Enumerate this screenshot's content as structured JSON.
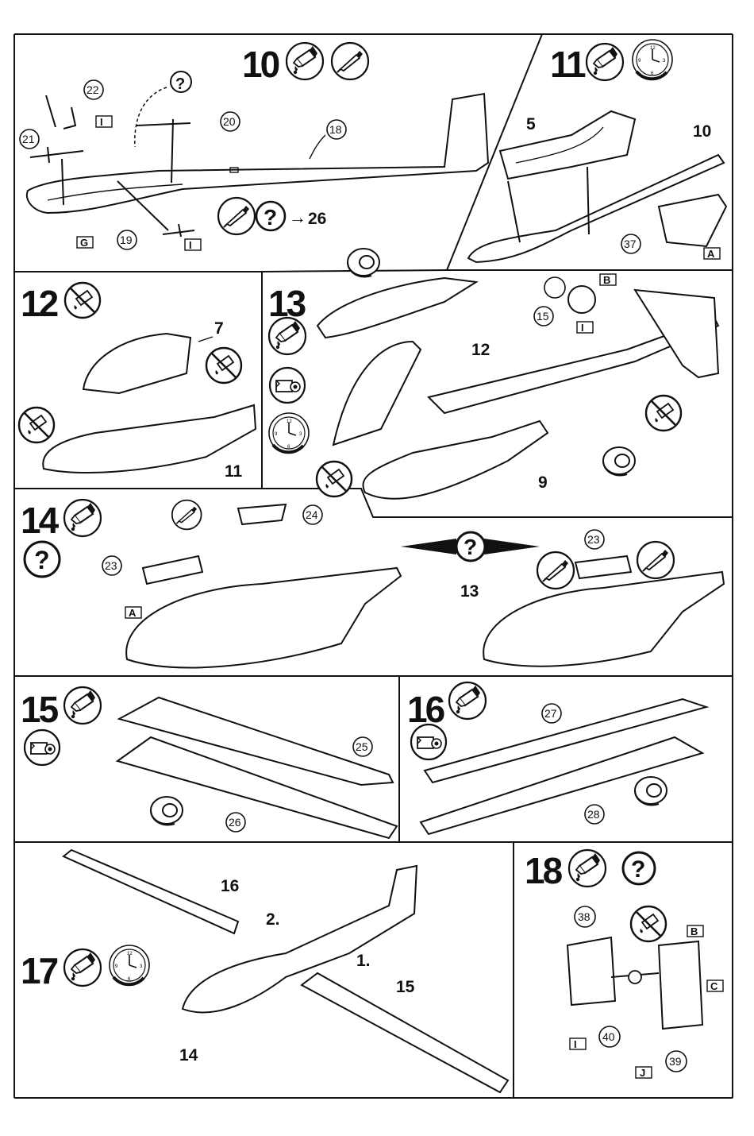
{
  "steps": [
    {
      "id": "10",
      "number": "10",
      "parts": [
        "22",
        "21",
        "20",
        "18",
        "19"
      ],
      "flags": [
        "I",
        "I",
        "G"
      ],
      "ref": "26"
    },
    {
      "id": "11",
      "number": "11",
      "parts": [
        "5",
        "10",
        "37"
      ],
      "flags": [
        "A"
      ]
    },
    {
      "id": "12",
      "number": "12",
      "parts": [
        "7",
        "11"
      ]
    },
    {
      "id": "13",
      "number": "13",
      "parts": [
        "12",
        "15",
        "9"
      ],
      "flags": [
        "B",
        "I"
      ]
    },
    {
      "id": "14",
      "number": "14",
      "parts": [
        "23",
        "24",
        "13",
        "23"
      ],
      "flags": [
        "A"
      ]
    },
    {
      "id": "15",
      "number": "15",
      "parts": [
        "25",
        "26"
      ]
    },
    {
      "id": "16",
      "number": "16",
      "parts": [
        "27",
        "28"
      ]
    },
    {
      "id": "17",
      "number": "17",
      "parts": [
        "16",
        "15",
        "14"
      ],
      "order": [
        "2.",
        "1."
      ]
    },
    {
      "id": "18",
      "number": "18",
      "parts": [
        "38",
        "40",
        "39"
      ],
      "flags": [
        "B",
        "C",
        "I",
        "J"
      ]
    }
  ],
  "glyphs": {
    "question": "?",
    "arrow": "→"
  },
  "icons": [
    "glue-tube-icon",
    "knife-icon",
    "clock-icon",
    "no-glue-icon",
    "decal-icon"
  ]
}
